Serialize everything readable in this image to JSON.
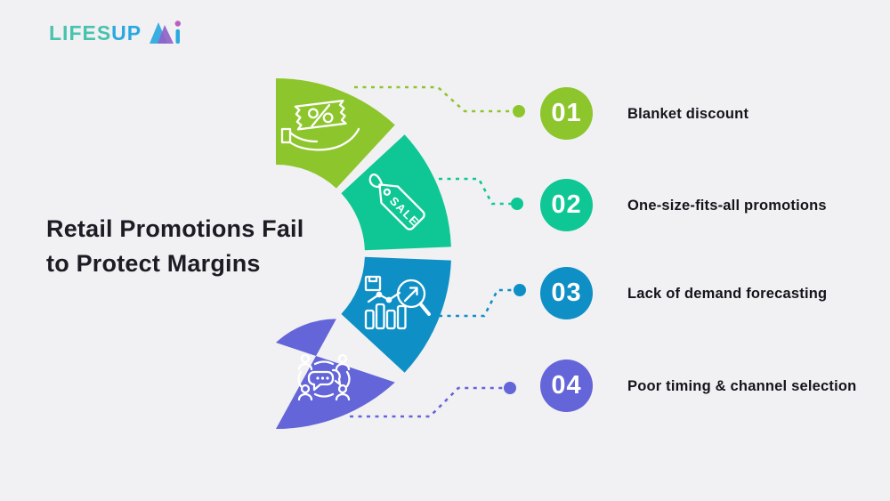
{
  "logo": {
    "text_primary": "LIFES",
    "text_secondary": "UP",
    "mark": "Ai"
  },
  "title": {
    "line1": "Retail Promotions Fail",
    "line2": "to Protect Margins"
  },
  "colors": {
    "background": "#F1F1F3",
    "title_text": "#1C1C24",
    "label_text": "#14141C",
    "logo_teal": "#49C2AE",
    "logo_blue": "#2BA8E0",
    "logo_purple": "#8F63C9",
    "logo_dot_pink": "#B95FC0",
    "icon_stroke": "#FFFFFF"
  },
  "items": [
    {
      "number": "01",
      "label": "Blanket discount",
      "color": "#8DC62C",
      "icon": "discount-coupon-hand-icon"
    },
    {
      "number": "02",
      "label": "One-size-fits-all promotions",
      "color": "#0FC794",
      "icon": "sale-tag-icon",
      "icon_text": "SALE"
    },
    {
      "number": "03",
      "label": "Lack of demand forecasting",
      "color": "#0E8FC6",
      "icon": "demand-forecast-magnifier-icon"
    },
    {
      "number": "04",
      "label": "Poor timing & channel selection",
      "color": "#6465D8",
      "icon": "audience-chat-network-icon"
    }
  ]
}
